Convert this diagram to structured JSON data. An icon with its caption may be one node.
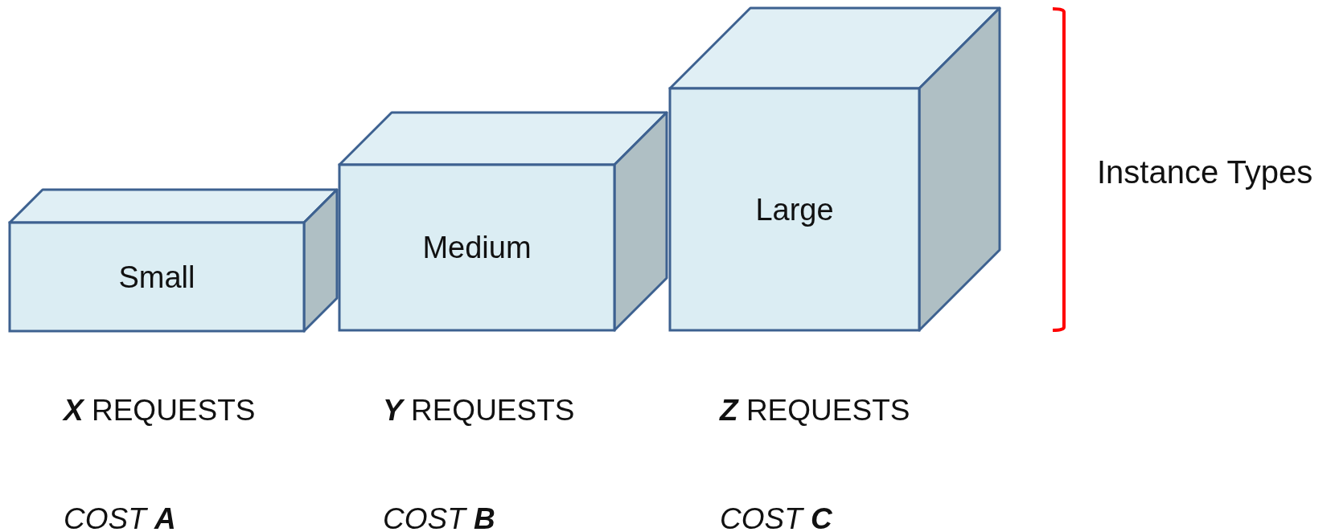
{
  "diagram": {
    "nodes": [
      {
        "text": [
          "Small"
        ],
        "beside": [
          "**X** REQUESTS",
          "COST **A**"
        ]
      },
      {
        "text": [
          "Medium"
        ],
        "beside": [
          "**Y** REQUESTS",
          "COST **B**"
        ]
      },
      {
        "text": [
          "Large"
        ],
        "beside": [
          "**Z** REQUESTS",
          "COST **C**"
        ]
      }
    ],
    "labels": [
      "Instance Types"
    ]
  }
}
